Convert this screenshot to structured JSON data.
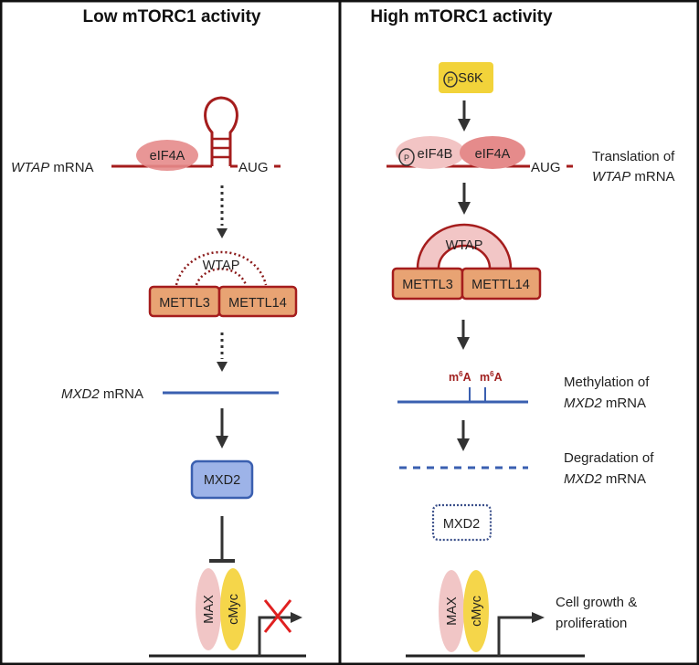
{
  "panels": {
    "left": {
      "title": "Low mTORC1 activity",
      "wtap_mrna_gene": "WTAP",
      "wtap_mrna_suffix": " mRNA",
      "eif4a": "eIF4A",
      "aug": "AUG",
      "wtap": "WTAP",
      "mettl3": "METTL3",
      "mettl14": "METTL14",
      "mxd2_mrna_gene": "MXD2",
      "mxd2_mrna_suffix": " mRNA",
      "mxd2": "MXD2",
      "max": "MAX",
      "cmyc": "cMyc",
      "transcription_state": "blocked"
    },
    "right": {
      "title": "High mTORC1 activity",
      "s6k": "S6K",
      "phospho": "P",
      "eif4b": "eIF4B",
      "eif4a": "eIF4A",
      "aug": "AUG",
      "translation_line1": "Translation of",
      "translation_gene": "WTAP",
      "translation_suffix": " mRNA",
      "wtap": "WTAP",
      "mettl3": "METTL3",
      "mettl14": "METTL14",
      "m6a_1_base": "m",
      "m6a_1_sup": "6",
      "m6a_1_end": "A",
      "m6a_2_base": "m",
      "m6a_2_sup": "6",
      "m6a_2_end": "A",
      "methylation_line1": "Methylation of",
      "methylation_gene": "MXD2",
      "methylation_suffix": " mRNA",
      "degradation_line1": "Degradation of",
      "degradation_gene": "MXD2",
      "degradation_suffix": " mRNA",
      "mxd2": "MXD2",
      "max": "MAX",
      "cmyc": "cMyc",
      "outcome_line1": "Cell growth &",
      "outcome_line2": "proliferation"
    }
  },
  "colors": {
    "mrna_red": "#a51d1d",
    "mrna_blue": "#3a5fb0",
    "eif4a_fill": "#e58b8b",
    "eif4b_fill": "#f2c4c4",
    "mettl_fill": "#e8a373",
    "mettl_stroke": "#a51d1d",
    "wtap_fill": "#f2c6c6",
    "mxd2_fill": "#9db3e8",
    "mxd2_stroke": "#3a5fb0",
    "s6k_fill": "#f2d33a",
    "max_fill": "#f1c6c6",
    "cmyc_fill": "#f5d64a",
    "block_x": "#e02020",
    "arrow": "#333333"
  }
}
